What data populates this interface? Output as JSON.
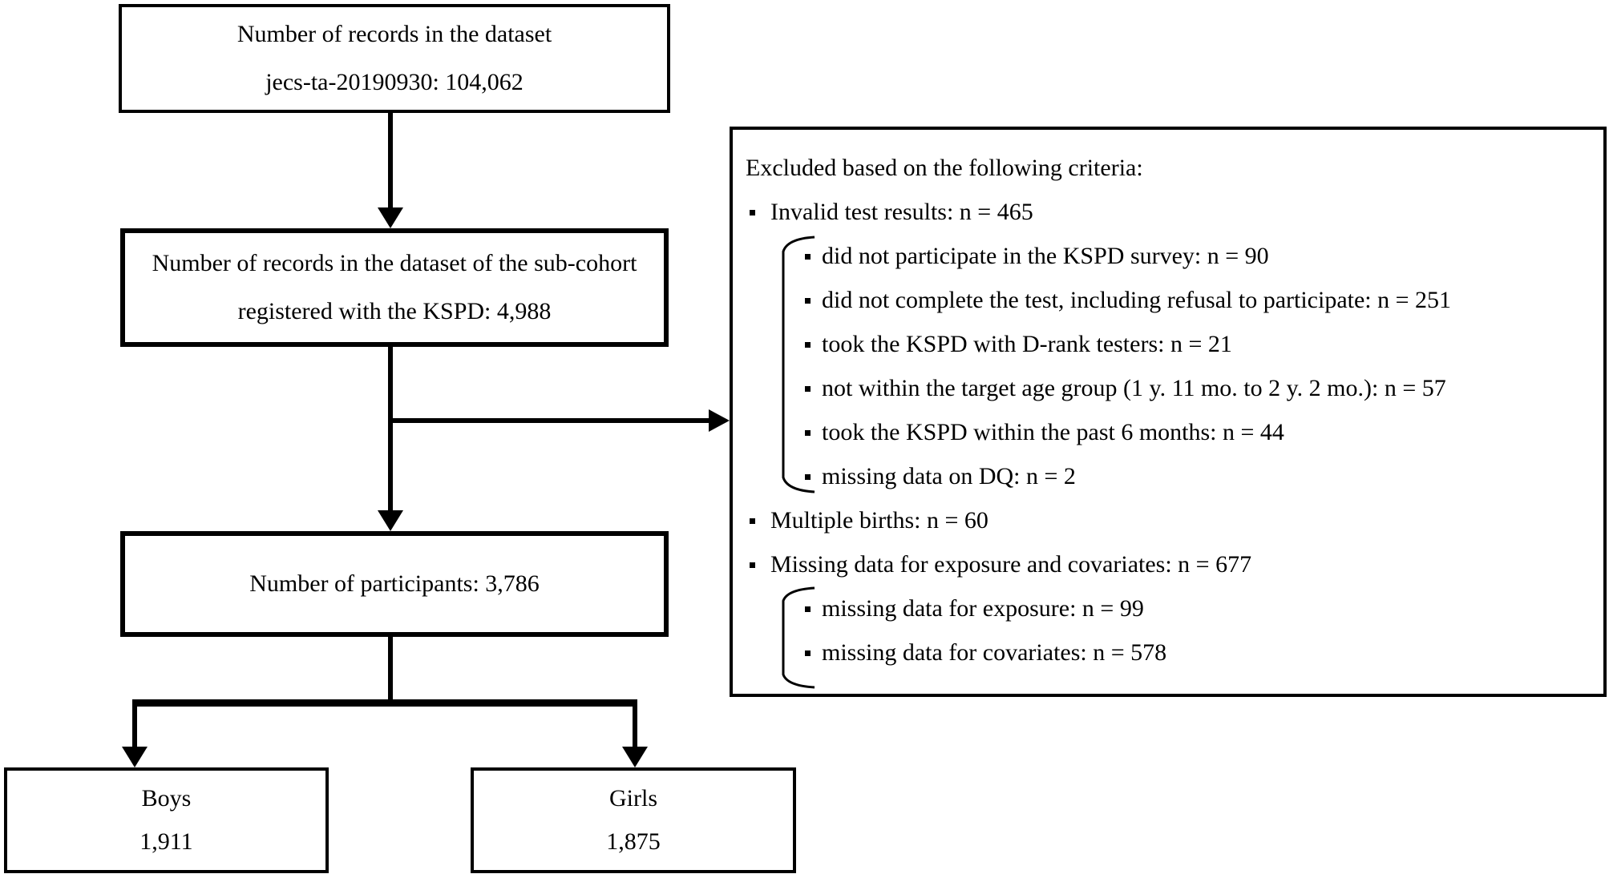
{
  "diagram": {
    "colors": {
      "ink": "#000000",
      "background": "#ffffff"
    },
    "box1": {
      "line1": "Number of records in the dataset",
      "line2": "jecs-ta-20190930: 104,062"
    },
    "box2": {
      "line1": "Number of records in the dataset of the sub-cohort",
      "line2": "registered with the KSPD: 4,988"
    },
    "box3": {
      "line1": "Number of participants: 3,786"
    },
    "boys": {
      "label": "Boys",
      "count": "1,911"
    },
    "girls": {
      "label": "Girls",
      "count": "1,875"
    },
    "exclusion": {
      "title": "Excluded based on the following criteria:",
      "invalid": {
        "label": "Invalid test results: n = 465",
        "subs": [
          "did not participate in the KSPD survey: n = 90",
          "did not complete the test, including refusal to participate: n = 251",
          "took the KSPD with D-rank testers: n = 21",
          "not within the target age group (1 y. 11 mo. to 2 y. 2 mo.): n = 57",
          "took the KSPD within the past 6 months: n = 44",
          "missing data on DQ: n = 2"
        ]
      },
      "multiple_births": {
        "label": "Multiple births: n = 60"
      },
      "missing": {
        "label": "Missing data for exposure and covariates: n = 677",
        "subs": [
          "missing data for exposure: n = 99",
          "missing data for covariates: n = 578"
        ]
      }
    }
  }
}
